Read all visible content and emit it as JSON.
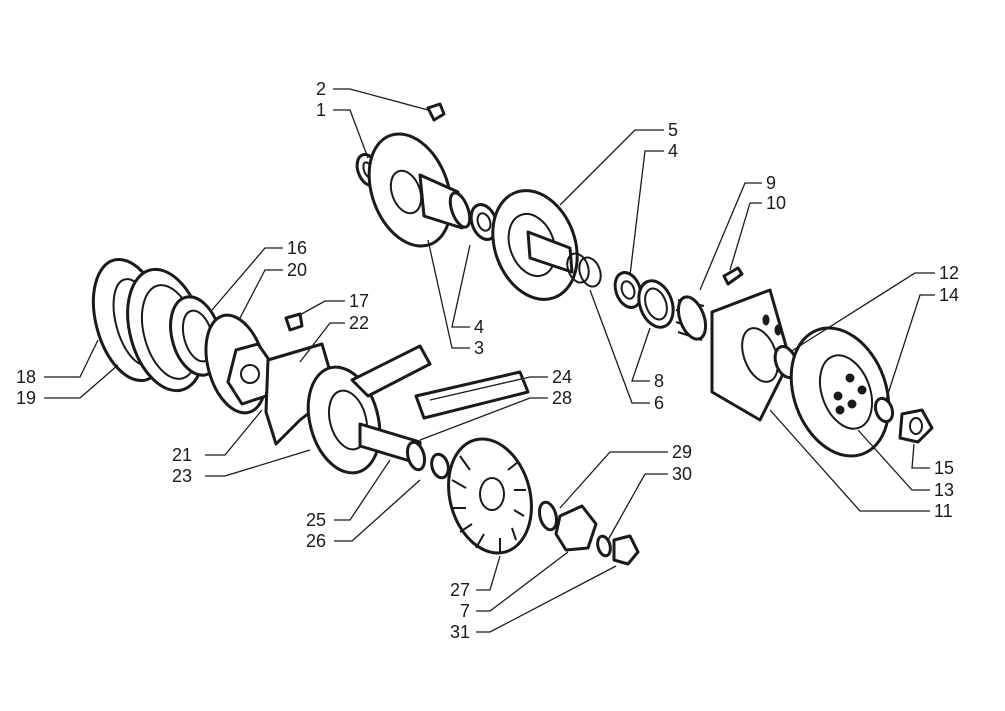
{
  "callouts": {
    "c2": "2",
    "c1": "1",
    "c5": "5",
    "c4a": "4",
    "c9": "9",
    "c10": "10",
    "c12": "12",
    "c14": "14",
    "c16": "16",
    "c20": "20",
    "c17": "17",
    "c22": "22",
    "c18": "18",
    "c19": "19",
    "c4b": "4",
    "c3": "3",
    "c8": "8",
    "c6": "6",
    "c24": "24",
    "c28": "28",
    "c21": "21",
    "c23": "23",
    "c15": "15",
    "c13": "13",
    "c11": "11",
    "c29": "29",
    "c30": "30",
    "c25": "25",
    "c26": "26",
    "c27": "27",
    "c7": "7",
    "c31": "31"
  },
  "colors": {
    "ink": "#1a1a1a",
    "paper": "#ffffff"
  }
}
